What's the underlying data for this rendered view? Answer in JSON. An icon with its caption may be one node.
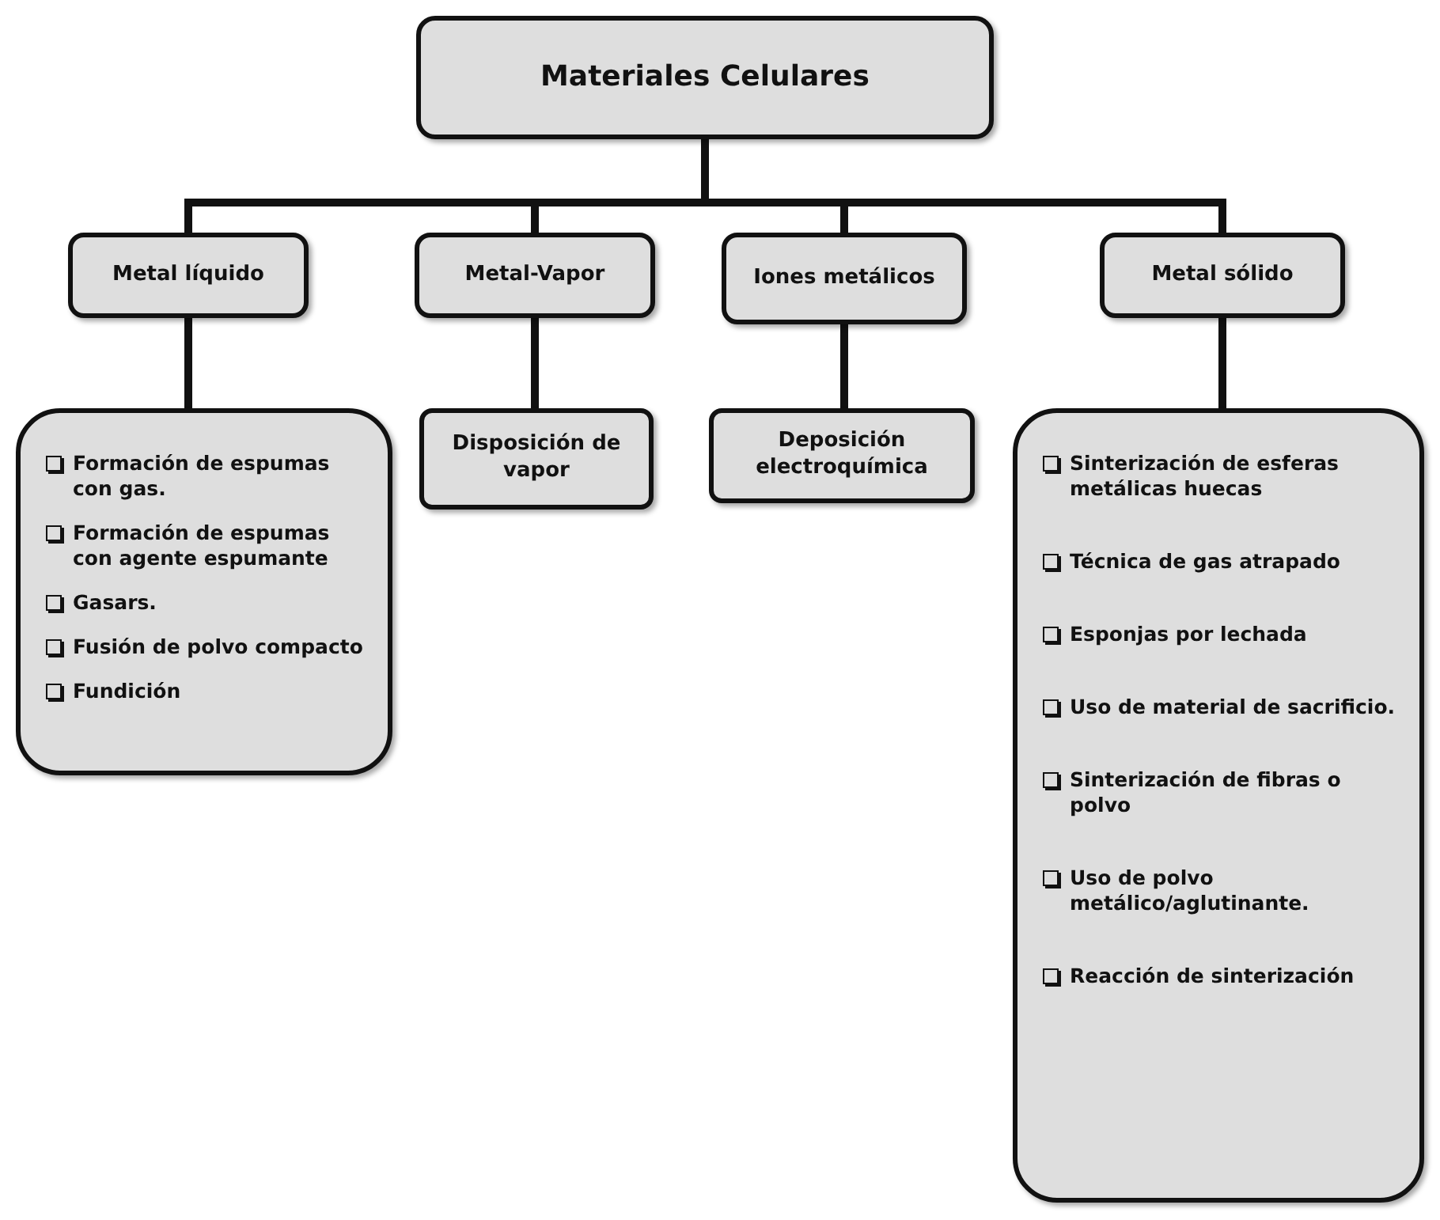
{
  "diagram": {
    "nodes": [
      {
        "text": [
          "Materiales Celulares"
        ]
      },
      {
        "text": [
          "Metal líquido"
        ]
      },
      {
        "text": [
          "Metal-Vapor"
        ]
      },
      {
        "text": [
          "Iones metálicos"
        ]
      },
      {
        "text": [
          "Metal sólido"
        ]
      },
      {
        "text": [
          "Formación de espumas con gas.",
          "Formación de espumas con agente espumante",
          "Gasars.",
          "Fusión de polvo compacto",
          "Fundición"
        ]
      },
      {
        "text": [
          "Disposición de vapor"
        ]
      },
      {
        "text": [
          "Deposición electroquímica"
        ]
      },
      {
        "text": [
          "Sinterización de esferas metálicas huecas",
          "Técnica de gas atrapado",
          "Esponjas por lechada",
          "Uso de material de sacrificio.",
          "Sinterización de fibras o polvo",
          "Uso de polvo metálico/aglutinante.",
          "Reacción de sinterización"
        ]
      }
    ],
    "edges": [
      {
        "from": 0,
        "to": 1,
        "arrow": "none"
      },
      {
        "from": 0,
        "to": 2,
        "arrow": "none"
      },
      {
        "from": 0,
        "to": 3,
        "arrow": "none"
      },
      {
        "from": 0,
        "to": 4,
        "arrow": "none"
      },
      {
        "from": 1,
        "to": 5,
        "arrow": "none"
      },
      {
        "from": 2,
        "to": 6,
        "arrow": "none"
      },
      {
        "from": 3,
        "to": 7,
        "arrow": "none"
      },
      {
        "from": 4,
        "to": 8,
        "arrow": "none"
      }
    ]
  }
}
